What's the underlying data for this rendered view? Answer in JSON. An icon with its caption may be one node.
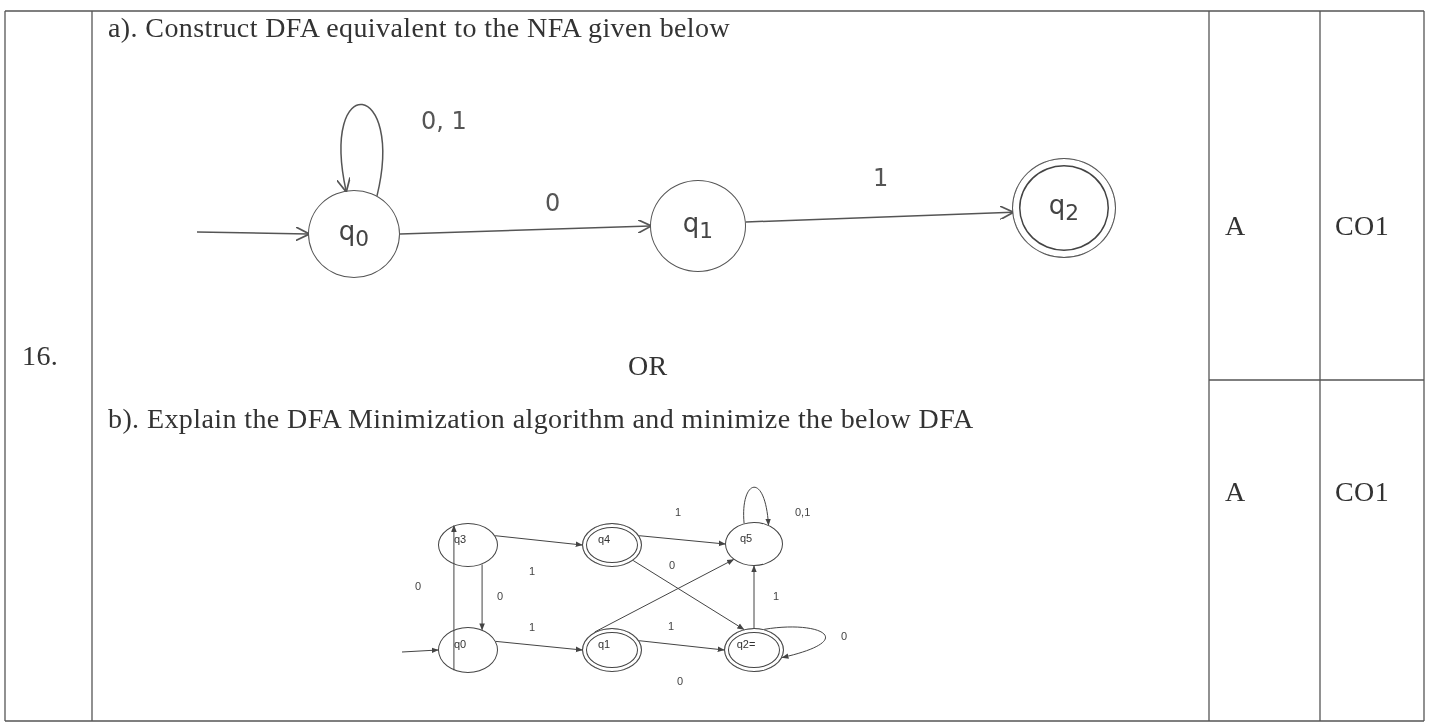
{
  "diagram": {
    "nodes": [
      {
        "text": [
          "q$_{0}$"
        ]
      },
      {
        "text": [
          "q$_{1}$"
        ]
      },
      {
        "text": [
          "q$_{2}$"
        ]
      },
      {
        "text": [
          "q3"
        ]
      },
      {
        "text": [
          "q4"
        ]
      },
      {
        "text": [
          "q5"
        ]
      },
      {
        "text": [
          "q0"
        ]
      },
      {
        "text": [
          "q1"
        ]
      },
      {
        "text": [
          "q2="
        ]
      }
    ],
    "edges": [
      {
        "from": null,
        "to": 0,
        "arrow": "to"
      },
      {
        "from": 0,
        "to": 0,
        "arrow": "to",
        "label": "0, 1"
      },
      {
        "from": 0,
        "to": 1,
        "arrow": "to",
        "label": "0"
      },
      {
        "from": 1,
        "to": 2,
        "arrow": "to",
        "label": "1"
      },
      {
        "from": null,
        "to": 6,
        "arrow": "to"
      },
      {
        "from": 6,
        "to": 3,
        "arrow": "to",
        "label": "0"
      },
      {
        "from": 3,
        "to": 6,
        "arrow": "to",
        "label": "0"
      },
      {
        "from": 3,
        "to": 4,
        "arrow": "to",
        "label": "1"
      },
      {
        "from": 4,
        "to": 5,
        "arrow": "to",
        "label": "1"
      },
      {
        "from": 4,
        "to": 8,
        "arrow": "to",
        "label": "0"
      },
      {
        "from": 6,
        "to": 7,
        "arrow": "to",
        "label": "1"
      },
      {
        "from": 7,
        "to": 5,
        "arrow": "to",
        "label": "1"
      },
      {
        "from": 7,
        "to": 8,
        "arrow": "to",
        "label": "0"
      },
      {
        "from": 8,
        "to": 5,
        "arrow": "to",
        "label": "1"
      },
      {
        "from": 8,
        "to": 8,
        "arrow": "to",
        "label": "0"
      },
      {
        "from": 5,
        "to": 5,
        "arrow": "to",
        "label": "0,1"
      }
    ],
    "labels": [
      "a). Construct DFA equivalent to the NFA given below",
      "A",
      "CO1",
      "16.",
      "OR",
      "b). Explain the DFA Minimization algorithm and minimize the below DFA",
      "A",
      "CO1"
    ]
  }
}
